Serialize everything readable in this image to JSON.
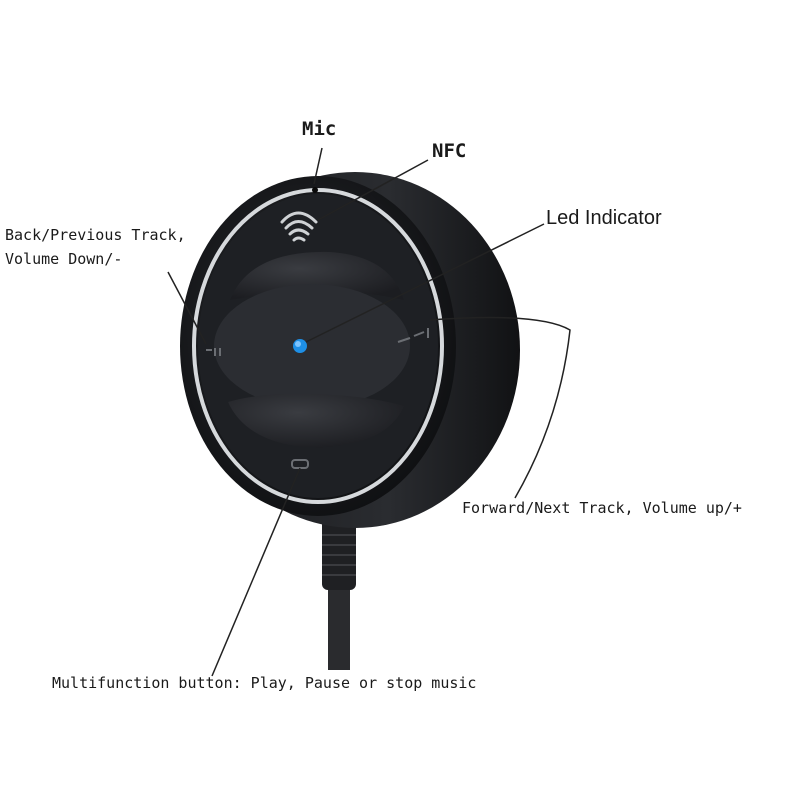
{
  "labels": {
    "mic": "Mic",
    "nfc": "NFC",
    "led": "Led Indicator",
    "back_line1": "Back/Previous Track,",
    "back_line2": "Volume Down/-",
    "forward": "Forward/Next Track, Volume up/+",
    "multifunction": "Multifunction button: Play, Pause or stop music"
  },
  "colors": {
    "body": "#1b1c20",
    "face": "#26282c",
    "ring": "#d6d9dc",
    "led": "#1e8fe6",
    "cable": "#2a2b2e",
    "leader": "#222222"
  }
}
